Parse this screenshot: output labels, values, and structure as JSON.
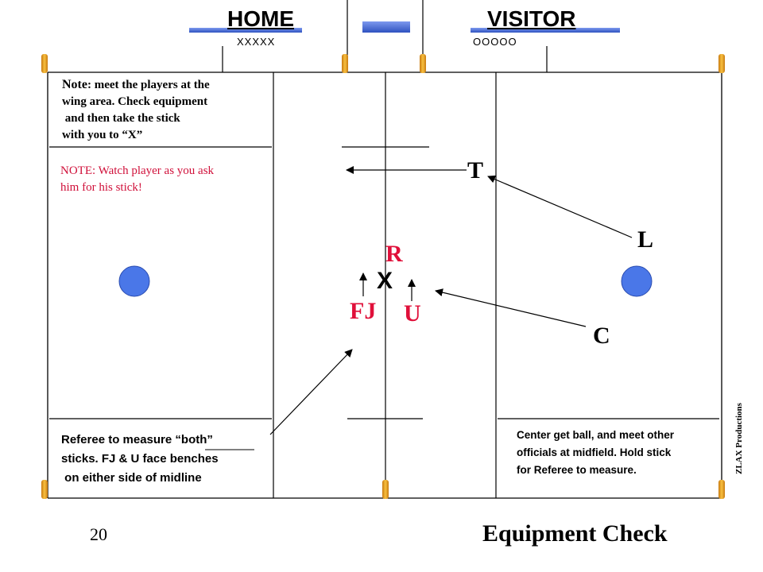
{
  "header": {
    "home_label": "HOME",
    "visitor_label": "VISITOR",
    "home_code": "XXXXX",
    "visitor_code": "OOOOO"
  },
  "notes": {
    "top_left_prefix": "Note",
    "top_left_line1_rest": ": meet the players at the",
    "top_left_line2": "wing area. Check equipment",
    "top_left_line3": " and then take the stick",
    "top_left_line4": "with you to “X”",
    "warning_line1": "NOTE: Watch player as you ask",
    "warning_line2": "him for his stick!",
    "bottom_left_line1_a": "Referee to measure ",
    "bottom_left_line1_b": "“both”",
    "bottom_left_line2": "sticks. FJ & U face benches",
    "bottom_left_line3": " on either side of midline",
    "bottom_right_line1": "Center get ball, and meet other",
    "bottom_right_line2": "officials at midfield. Hold stick",
    "bottom_right_line3": "for Referee to measure."
  },
  "officials": {
    "t": "T",
    "l": "L",
    "r": "R",
    "x": "X",
    "fj": "FJ",
    "u": "U",
    "c": "C"
  },
  "footer": {
    "page_number": "20",
    "title": "Equipment Check",
    "credit": "ZLAX Productions"
  },
  "colors": {
    "goal_blue": "#4a77e8",
    "bench_blue": "#3a5fd0",
    "post_orange": "#f0a020",
    "accent_red": "#e0103a"
  }
}
